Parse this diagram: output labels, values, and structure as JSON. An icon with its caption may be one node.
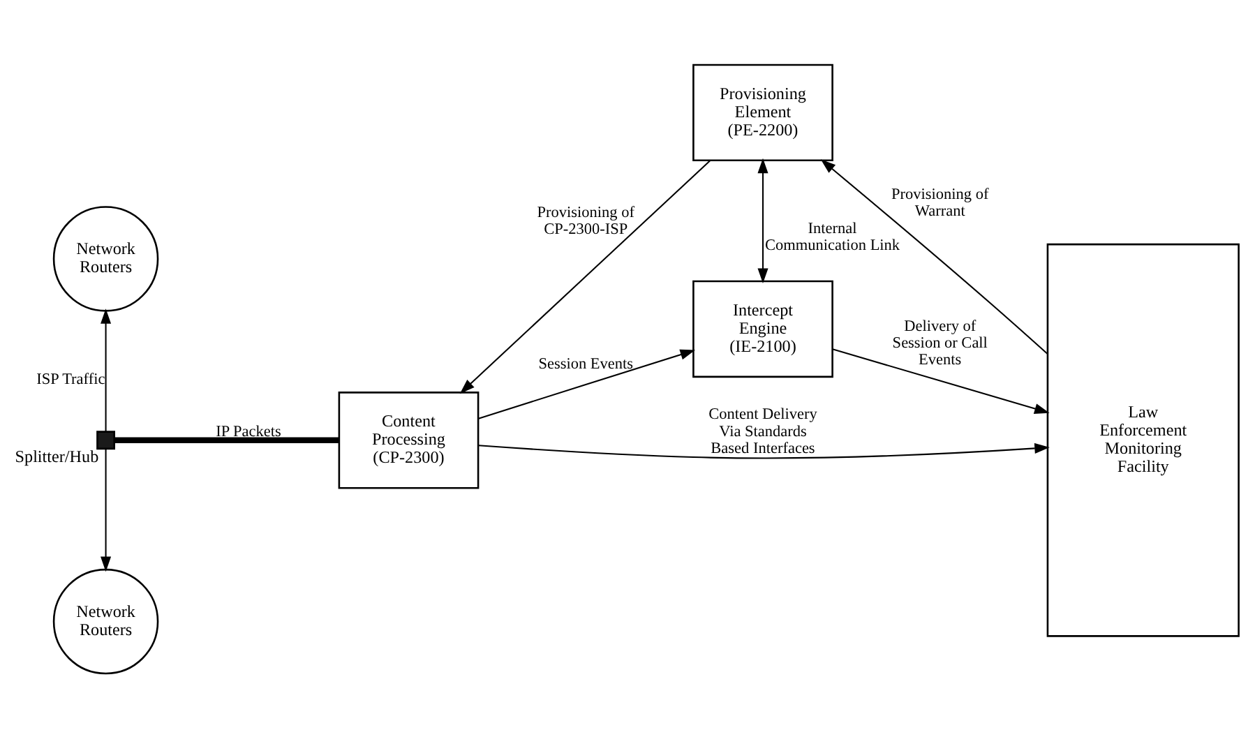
{
  "diagram": {
    "nodes": [
      {
        "text": [
          "Network Routers"
        ]
      },
      {
        "text": [
          "Provisioning Element (PE-2200)"
        ]
      },
      {
        "text": [
          "Law Enforcement Monitoring Facility"
        ]
      },
      {
        "text": [
          "Intercept Engine (IE-2100)"
        ]
      },
      {
        "text": [],
        "shape": "box",
        "beside": [
          "Splitter/Hub"
        ]
      },
      {
        "text": [
          "Content Processing (CP-2300)"
        ]
      },
      {
        "text": [
          "Network Routers"
        ]
      }
    ],
    "edges": [
      {
        "from": 4,
        "to": 0,
        "arrow": "to",
        "label": "ISP Traffic"
      },
      {
        "from": 4,
        "to": 6,
        "arrow": "to"
      },
      {
        "from": 4,
        "to": 5,
        "arrow": "none",
        "label": "IP Packets",
        "style": "thick"
      },
      {
        "from": 1,
        "to": 5,
        "arrow": "to",
        "label": "Provisioning of CP-2300-ISP"
      },
      {
        "from": 2,
        "to": 1,
        "arrow": "to",
        "label": "Provisioning of Warrant"
      },
      {
        "from": 1,
        "to": 3,
        "arrow": "both",
        "label": "Internal Communication Link"
      },
      {
        "from": 5,
        "to": 3,
        "arrow": "to",
        "label": "Session Events"
      },
      {
        "from": 3,
        "to": 2,
        "arrow": "to",
        "label": "Delivery of Session or Call Events"
      },
      {
        "from": 5,
        "to": 2,
        "arrow": "to",
        "label": "Content Delivery Via Standards Based Interfaces"
      }
    ]
  }
}
